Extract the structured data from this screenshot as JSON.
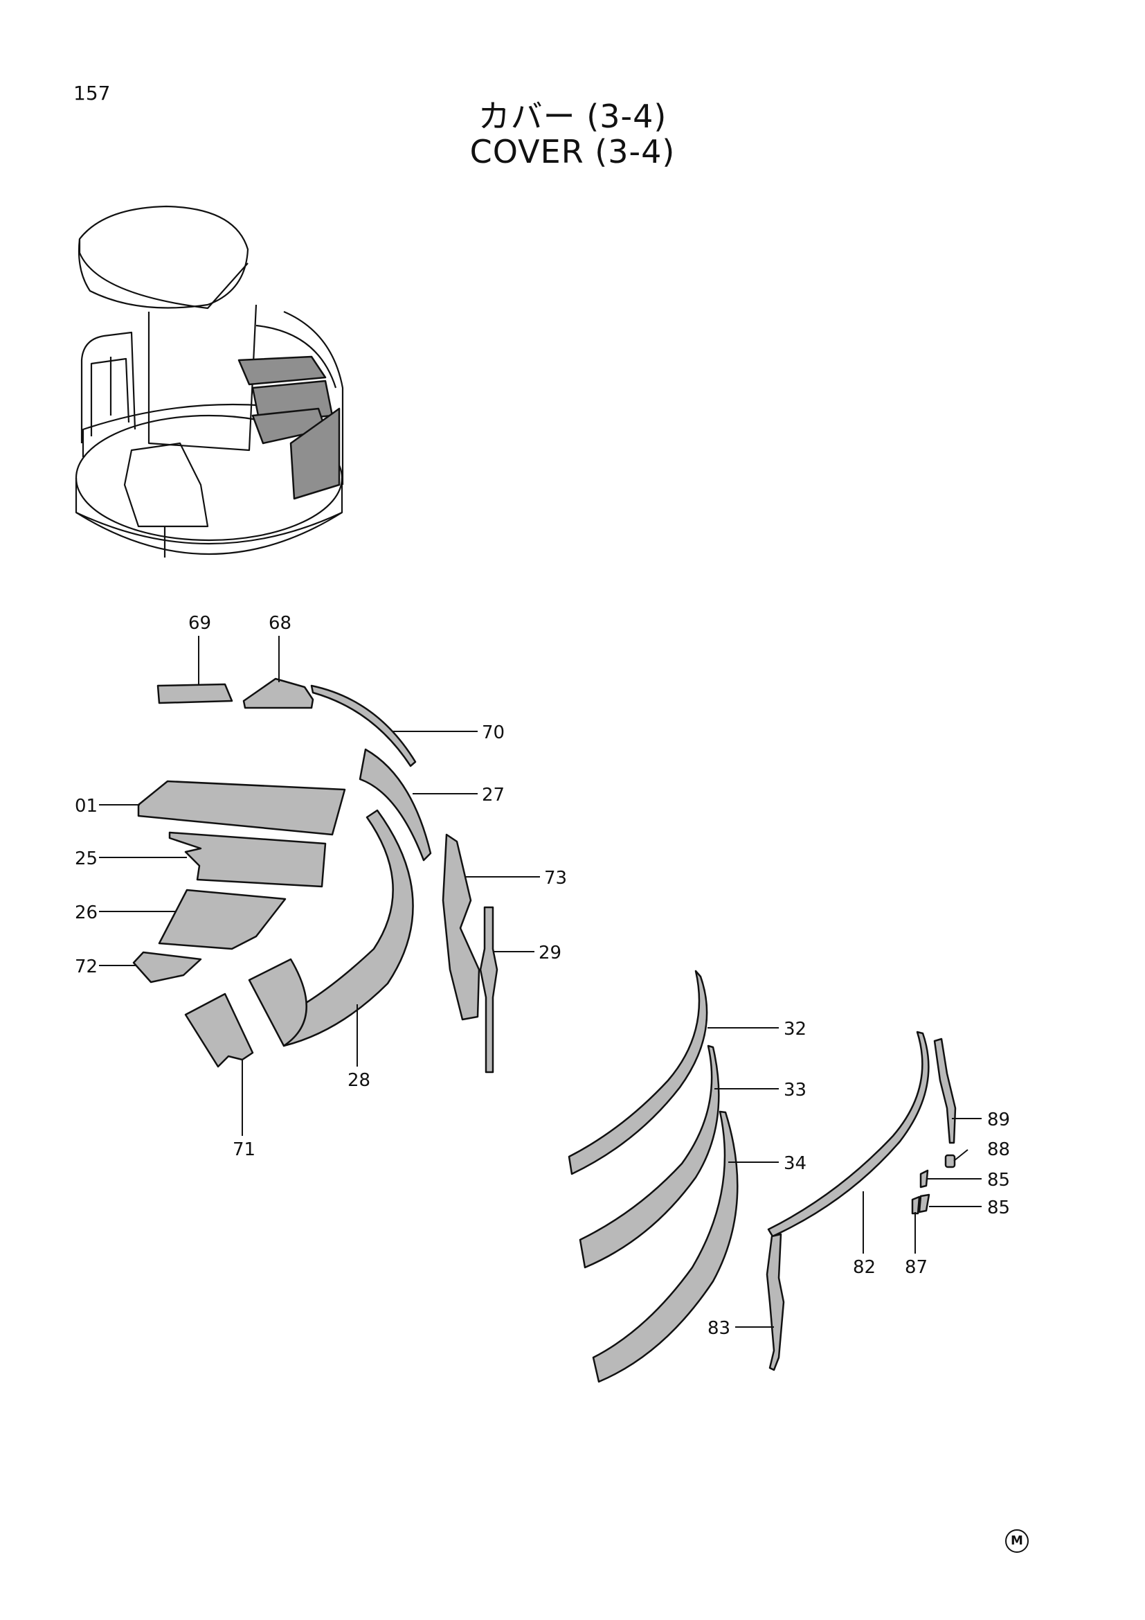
{
  "page_number": "157",
  "title_jp": "カバー (3-4)",
  "title_en": "COVER (3-4)",
  "parts": {
    "p69": "69",
    "p68": "68",
    "p70": "70",
    "p27": "27",
    "p01": "01",
    "p25": "25",
    "p26": "26",
    "p72": "72",
    "p73": "73",
    "p29": "29",
    "p28": "28",
    "p71": "71",
    "p32": "32",
    "p33": "33",
    "p34": "34",
    "p89": "89",
    "p88": "88",
    "p85a": "85",
    "p85b": "85",
    "p82": "82",
    "p87": "87",
    "p83": "83"
  },
  "corner_mark": "M"
}
